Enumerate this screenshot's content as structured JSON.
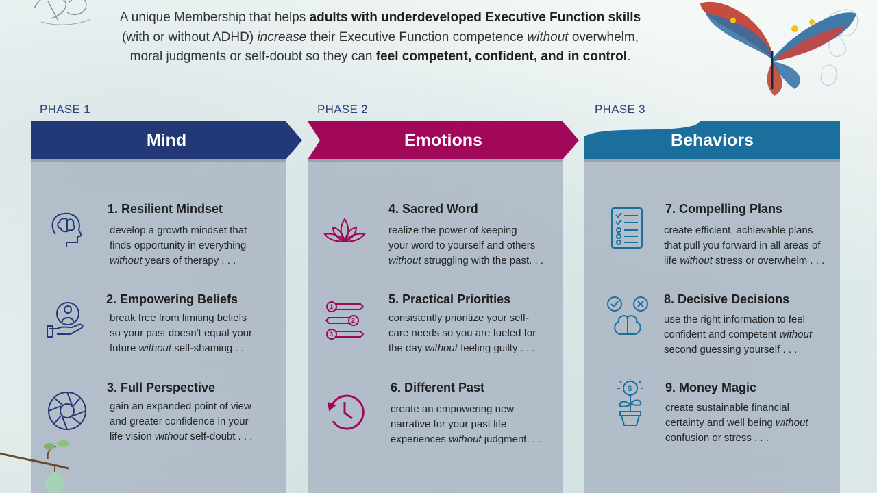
{
  "intro": {
    "line1_pre": "A unique Membership that helps ",
    "line1_bold": "adults with underdeveloped Executive Function skills",
    "line2_pre": "(with or without ADHD) ",
    "line2_em": "increase",
    "line2_mid": " their Executive Function competence ",
    "line2_em2": "without",
    "line2_post": " overwhelm,",
    "line3_pre": "moral judgments or self-doubt so they can ",
    "line3_bold": "feel competent, confident, and in control",
    "line3_post": "."
  },
  "colors": {
    "mind": "#233876",
    "emotions": "#a1085a",
    "behaviors": "#1a6f9c",
    "panel": "#acb7c5"
  },
  "phases": [
    {
      "label": "PHASE 1",
      "title": "Mind",
      "items": [
        {
          "icon": "brain-head-icon",
          "title": "1. Resilient Mindset",
          "l1_pre": "develop a growth mindset that",
          "l2_pre": "finds opportunity in everything",
          "l3_em": "without",
          "l3_post": " years of therapy . . ."
        },
        {
          "icon": "person-hand-icon",
          "title": "2. Empowering Beliefs",
          "l1_pre": "break free from limiting beliefs",
          "l2_pre": "so your past doesn't equal your",
          "l3_pre": "future ",
          "l3_em": "without",
          "l3_post": " self-shaming . ."
        },
        {
          "icon": "aperture-icon",
          "title": "3.  Full Perspective",
          "l1_pre": "gain an expanded point of view",
          "l2_pre": "and greater confidence in your",
          "l3_pre": "life vision ",
          "l3_em": "without",
          "l3_post": " self-doubt . . ."
        }
      ]
    },
    {
      "label": "PHASE 2",
      "title": "Emotions",
      "items": [
        {
          "icon": "lotus-icon",
          "title": "4. Sacred Word",
          "l1_pre": "realize the power of keeping",
          "l2_pre": "your word to yourself and others",
          "l3_em": "without",
          "l3_post": " struggling with the past. . ."
        },
        {
          "icon": "numbered-list-icon",
          "title": "5. Practical Priorities",
          "l1_pre": "consistently prioritize your self-",
          "l2_pre": "care needs so you are fueled for",
          "l3_pre": "the day ",
          "l3_em": "without",
          "l3_post": " feeling guilty . . ."
        },
        {
          "icon": "history-clock-icon",
          "title": "6. Different Past",
          "l1_pre": "create an empowering new",
          "l2_pre": "narrative for your past life",
          "l3_pre": "experiences ",
          "l3_em": "without",
          "l3_post": " judgment. . ."
        }
      ]
    },
    {
      "label": "PHASE 3",
      "title": "Behaviors",
      "items": [
        {
          "icon": "checklist-icon",
          "title": "7. Compelling Plans",
          "l1_pre": "create efficient, achievable plans",
          "l2_pre": "that pull you forward in all areas of",
          "l3_pre": "life ",
          "l3_em": "without",
          "l3_post": " stress or overwhelm . . ."
        },
        {
          "icon": "brain-decision-icon",
          "title": "8. Decisive Decisions",
          "l1_pre": "use the right information to feel",
          "l2_pre": "confident and competent ",
          "l2_em": "without",
          "l3_pre": "second guessing yourself . . ."
        },
        {
          "icon": "money-plant-icon",
          "title": "9. Money Magic",
          "l1_pre": "create sustainable  financial",
          "l2_pre": "certainty and well being ",
          "l2_em": "without",
          "l3_pre": "confusion or stress . . ."
        }
      ]
    }
  ]
}
